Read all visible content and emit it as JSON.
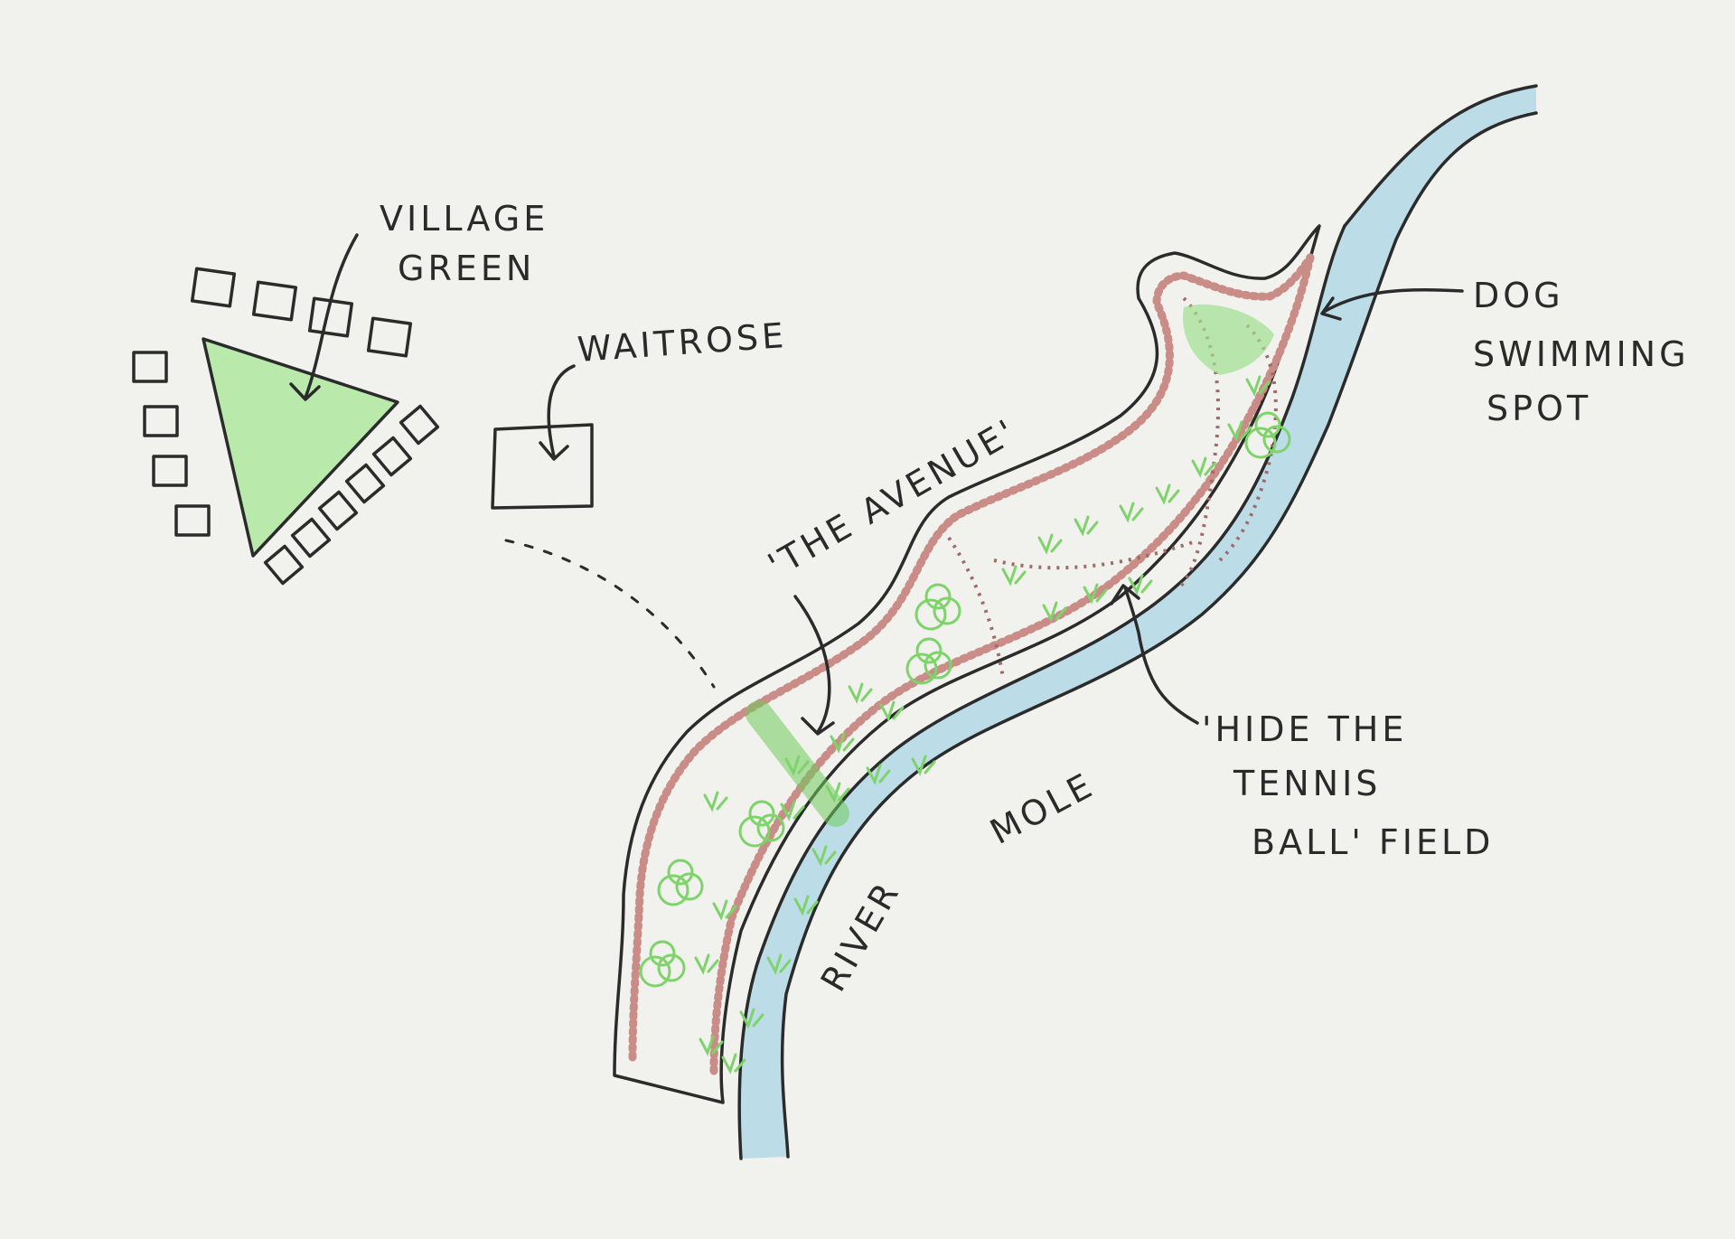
{
  "labels": {
    "village_green_line1": "VILLAGE",
    "village_green_line2": "GREEN",
    "waitrose": "WAITROSE",
    "avenue": "'THE AVENUE'",
    "dog_line1": "DOG",
    "dog_line2": "SWIMMING",
    "dog_line3": "SPOT",
    "tennis_line1": "'HIDE THE",
    "tennis_line2": "TENNIS",
    "tennis_line3": "BALL' FIELD",
    "river_word1": "RIVER",
    "river_word2": "MOLE"
  },
  "colors": {
    "paper": "#f1f1ed",
    "ink": "#2b2b2b",
    "river": "#bcdde8",
    "path": "#c98c86",
    "green": "#7ed36b"
  }
}
